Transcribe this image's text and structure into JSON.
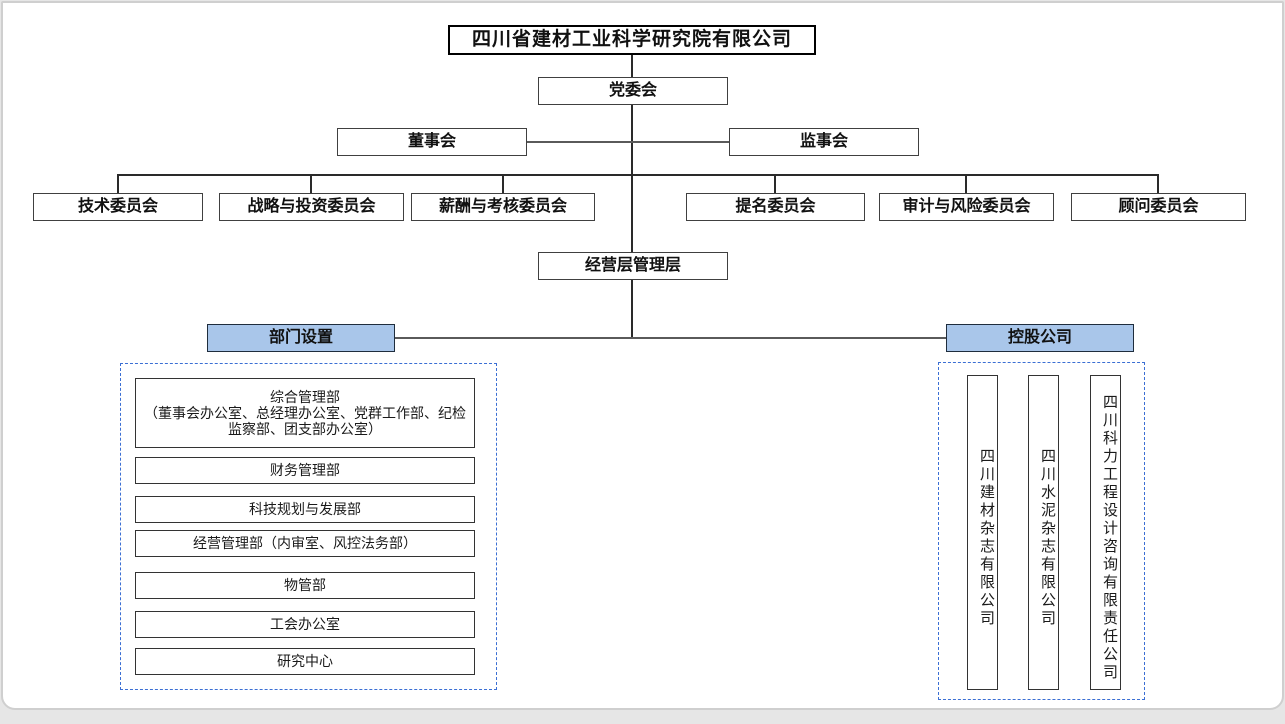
{
  "org": {
    "root": "四川省建材工业科学研究院有限公司",
    "party_committee": "党委会",
    "board": "董事会",
    "supervisory_board": "监事会",
    "committees": [
      "技术委员会",
      "战略与投资委员会",
      "薪酬与考核委员会",
      "提名委员会",
      "审计与风险委员会",
      "顾问委员会"
    ],
    "management": "经营层管理层",
    "departments_header": "部门设置",
    "holdings_header": "控股公司",
    "departments": [
      {
        "name": "综合管理部",
        "detail": "（董事会办公室、总经理办公室、党群工作部、纪检监察部、团支部办公室）"
      },
      {
        "name": "财务管理部"
      },
      {
        "name": "科技规划与发展部"
      },
      {
        "name": "经营管理部（内审室、风控法务部）"
      },
      {
        "name": "物管部"
      },
      {
        "name": "工会办公室"
      },
      {
        "name": "研究中心"
      }
    ],
    "holdings": [
      "四川建材杂志有限公司",
      "四川水泥杂志有限公司",
      "四川科力工程设计咨询有限责任公司"
    ]
  },
  "colors": {
    "header_fill_blue": "#a9c6ea",
    "dashed_border_blue": "#3b6fd4",
    "connector_dark": "#2a2a2a",
    "card_border_gray": "#cfcfcf"
  }
}
